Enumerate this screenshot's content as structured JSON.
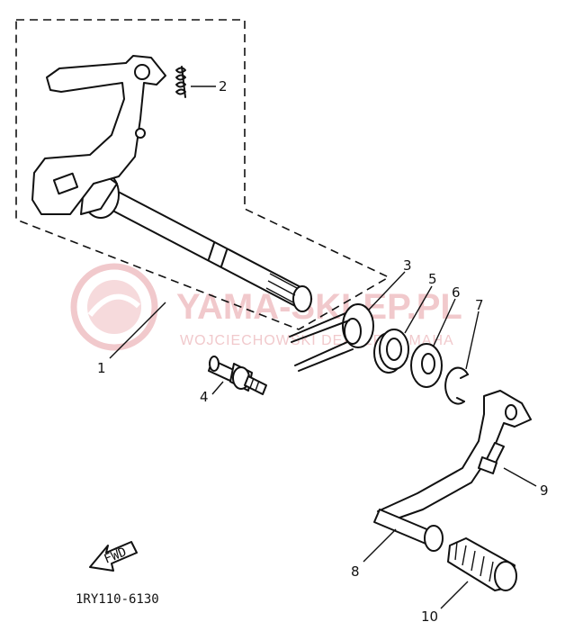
{
  "diagram": {
    "callouts": [
      {
        "id": "1",
        "label": "1"
      },
      {
        "id": "2",
        "label": "2"
      },
      {
        "id": "3",
        "label": "3"
      },
      {
        "id": "4",
        "label": "4"
      },
      {
        "id": "5",
        "label": "5"
      },
      {
        "id": "6",
        "label": "6"
      },
      {
        "id": "7",
        "label": "7"
      },
      {
        "id": "8",
        "label": "8"
      },
      {
        "id": "9",
        "label": "9"
      },
      {
        "id": "10",
        "label": "10"
      }
    ],
    "fwd_label": "FWD",
    "diagram_code": "1RY110-6130"
  },
  "watermark": {
    "brand": "YAMA-SKLEP.PL",
    "tagline": "WOJCIECHOWSKI DEALER YAMAHA",
    "color": "#f1c9cc"
  }
}
